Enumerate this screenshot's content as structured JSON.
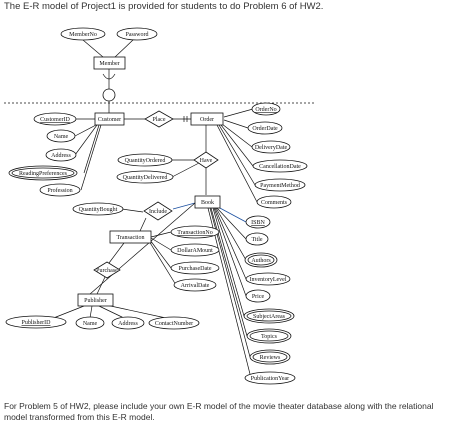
{
  "intro": "The E-R model of Project1 is provided for students to do Problem 6 of HW2.",
  "outro": "For Problem 5 of HW2, please include your own E-R model of the movie theater database along with the relational model transformed from this E-R model.",
  "entities": {
    "member": "Member",
    "customer": "Customer",
    "order": "Order",
    "book": "Book",
    "transaction": "Transaction",
    "publisher": "Publisher"
  },
  "relationships": {
    "place": "Place",
    "have": "Have",
    "include": "Include",
    "purchase": "Purchase"
  },
  "attributes": {
    "member_no": "MemberNo",
    "password": "Password",
    "customer_id": "CustomerID",
    "name": "Name",
    "address": "Address",
    "reading_preferences": "ReadingPreferences",
    "profession": "Profession",
    "order_no": "OrderNo",
    "order_date": "OrderDate",
    "delivery_date": "DeliveryDate",
    "cancellation_date": "CancellationDate",
    "payment_method": "PaymentMethod",
    "comments": "Comments",
    "quantity_ordered": "QuantityOrdered",
    "quantity_delivered": "QuantityDelivered",
    "quantity_bought": "QuantityBought",
    "isbn": "ISBN",
    "title": "Title",
    "authors": "Authors",
    "inventory_level": "InventoryLevel",
    "price": "Price",
    "subject_areas": "SubjectAreas",
    "topics": "Topics",
    "reviews": "Reviews",
    "publication_year": "PublicationYear",
    "transaction_no": "TransactionNo",
    "dollar_amount": "DollarAMount",
    "purchase_date": "PurchaseDate",
    "arrival_date": "ArrivalDate",
    "publisher_id": "PublisherID",
    "publisher_name": "Name",
    "publisher_address": "Address",
    "contact_number": "ContactNumber"
  }
}
